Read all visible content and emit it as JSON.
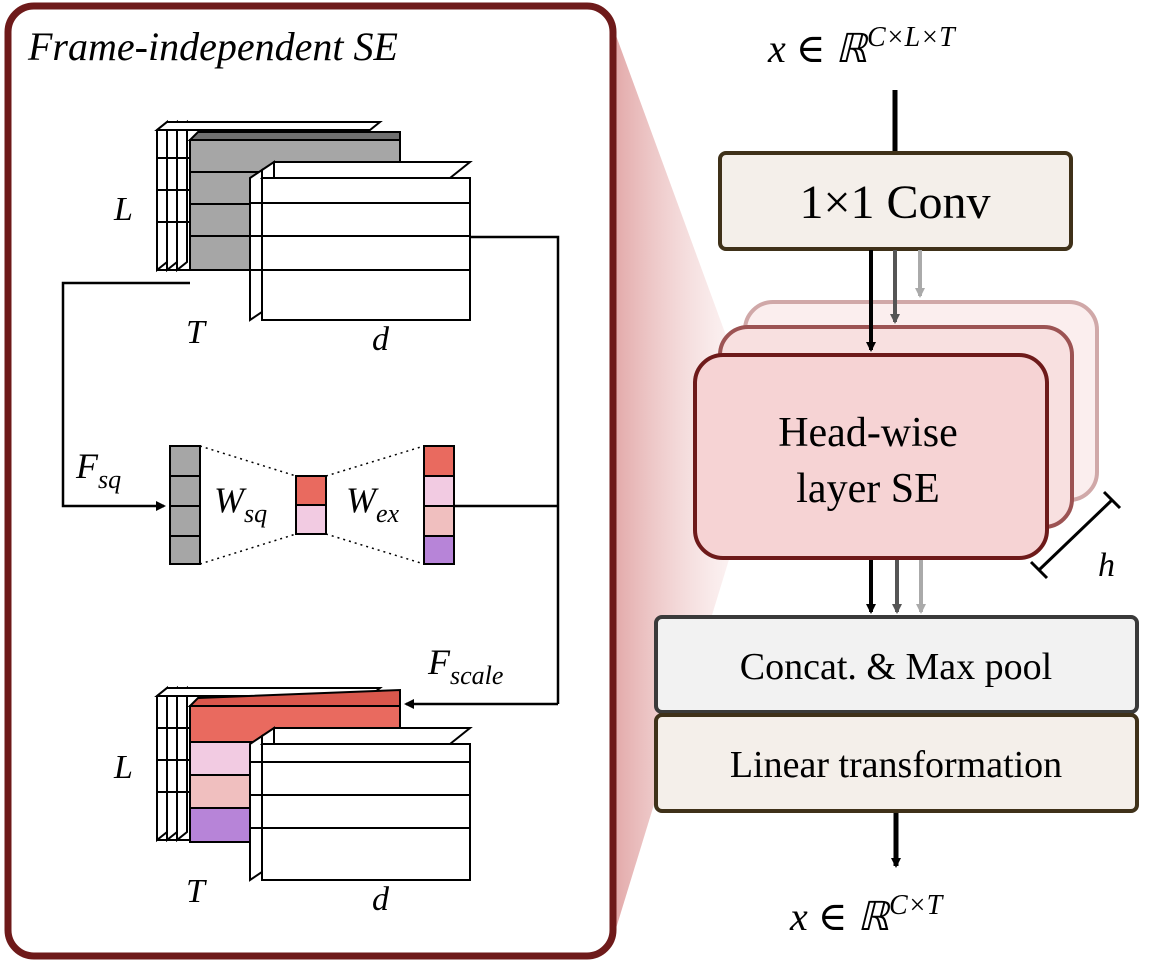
{
  "left_panel": {
    "title": "Frame-independent SE",
    "label_L": "L",
    "label_T": "T",
    "label_d": "d",
    "f_sq_base": "F",
    "f_sq_sub": "sq",
    "w_sq_base": "W",
    "w_sq_sub": "sq",
    "w_ex_base": "W",
    "w_ex_sub": "ex",
    "f_scale_base": "F",
    "f_scale_sub": "scale",
    "label_L_bottom": "L",
    "label_T_bottom": "T",
    "label_d_bottom": "d"
  },
  "right_panel": {
    "input_prefix": "x ∈ ℝ",
    "input_sup": "C×L×T",
    "conv_label": "1×1 Conv",
    "head_line1": "Head-wise",
    "head_line2": "layer SE",
    "head_count": "h",
    "concat_label": "Concat. & Max pool",
    "linear_label": "Linear transformation",
    "output_prefix": "x ∈ ℝ",
    "output_sup": "C×T"
  },
  "colors": {
    "panel_border": "#6e1a1a",
    "gray_block": "#a6a6a6",
    "red": "#e96a5f",
    "pink": "#f2cbe2",
    "salmon": "#f0bfbf",
    "purple": "#b784d8",
    "head_fill": "#f6d3d4",
    "conv_fill": "#f4efea"
  }
}
